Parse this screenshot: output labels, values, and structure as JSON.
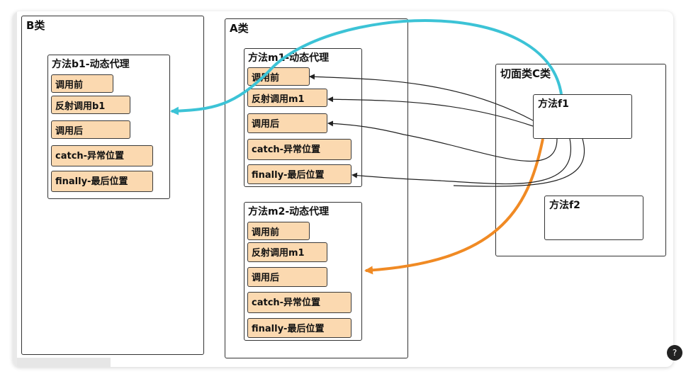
{
  "diagram": {
    "class_b": {
      "title": "B类",
      "method": {
        "title": "方法b1-动态代理",
        "steps": [
          "调用前",
          "反射调用b1",
          "调用后",
          "catch-异常位置",
          "finally-最后位置"
        ]
      }
    },
    "class_a": {
      "title": "A类",
      "methods": [
        {
          "title": "方法m1-动态代理",
          "steps": [
            "调用前",
            "反射调用m1",
            "调用后",
            "catch-异常位置",
            "finally-最后位置"
          ]
        },
        {
          "title": "方法m2-动态代理",
          "steps": [
            "调用前",
            "反射调用m1",
            "调用后",
            "catch-异常位置",
            "finally-最后位置"
          ]
        }
      ]
    },
    "aspect_c": {
      "title": "切面类C类",
      "methods": [
        "方法f1",
        "方法f2"
      ]
    },
    "colors": {
      "step_fill": "#fbd9b0",
      "cyan_arrow": "#3cc3d6",
      "orange_arrow": "#f08a24",
      "link_arrow": "#222222"
    }
  }
}
